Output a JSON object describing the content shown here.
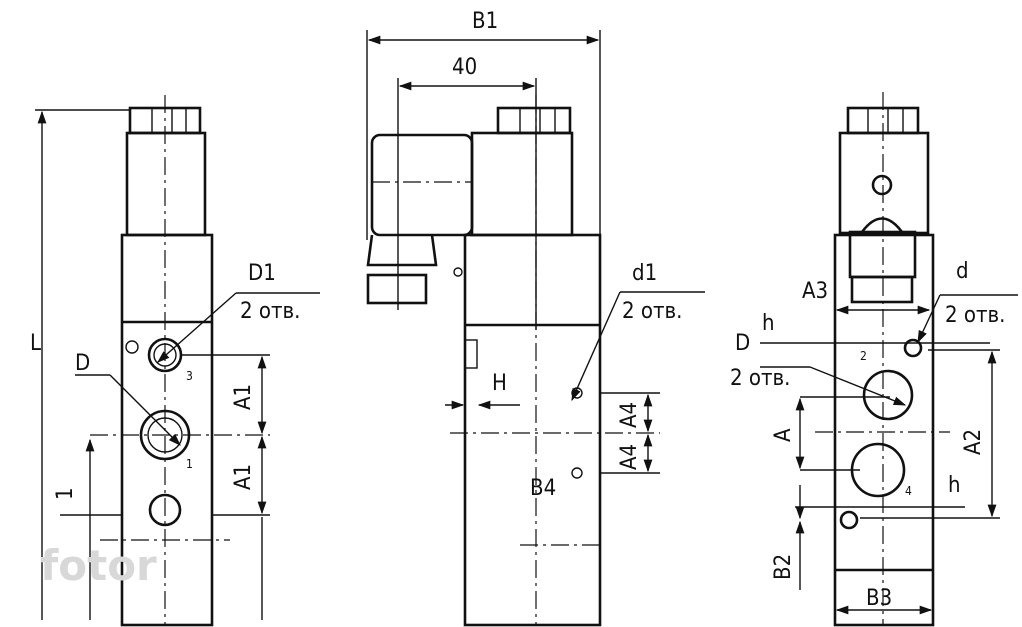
{
  "labels": {
    "L": "L",
    "D1": "D1",
    "two_holes": "2 отв.",
    "D_left": "D",
    "A1": "A1",
    "one": "1",
    "port1": "1",
    "port3": "3",
    "B1": "B1",
    "forty": "40",
    "d1": "d1",
    "H": "H",
    "A4": "A4",
    "B4": "B4",
    "A3": "A3",
    "h": "h",
    "D_right": "D",
    "d": "d",
    "A": "A",
    "A2": "A2",
    "B2": "B2",
    "B3": "B3",
    "port2": "2",
    "port4": "4"
  },
  "watermark": "fotor"
}
